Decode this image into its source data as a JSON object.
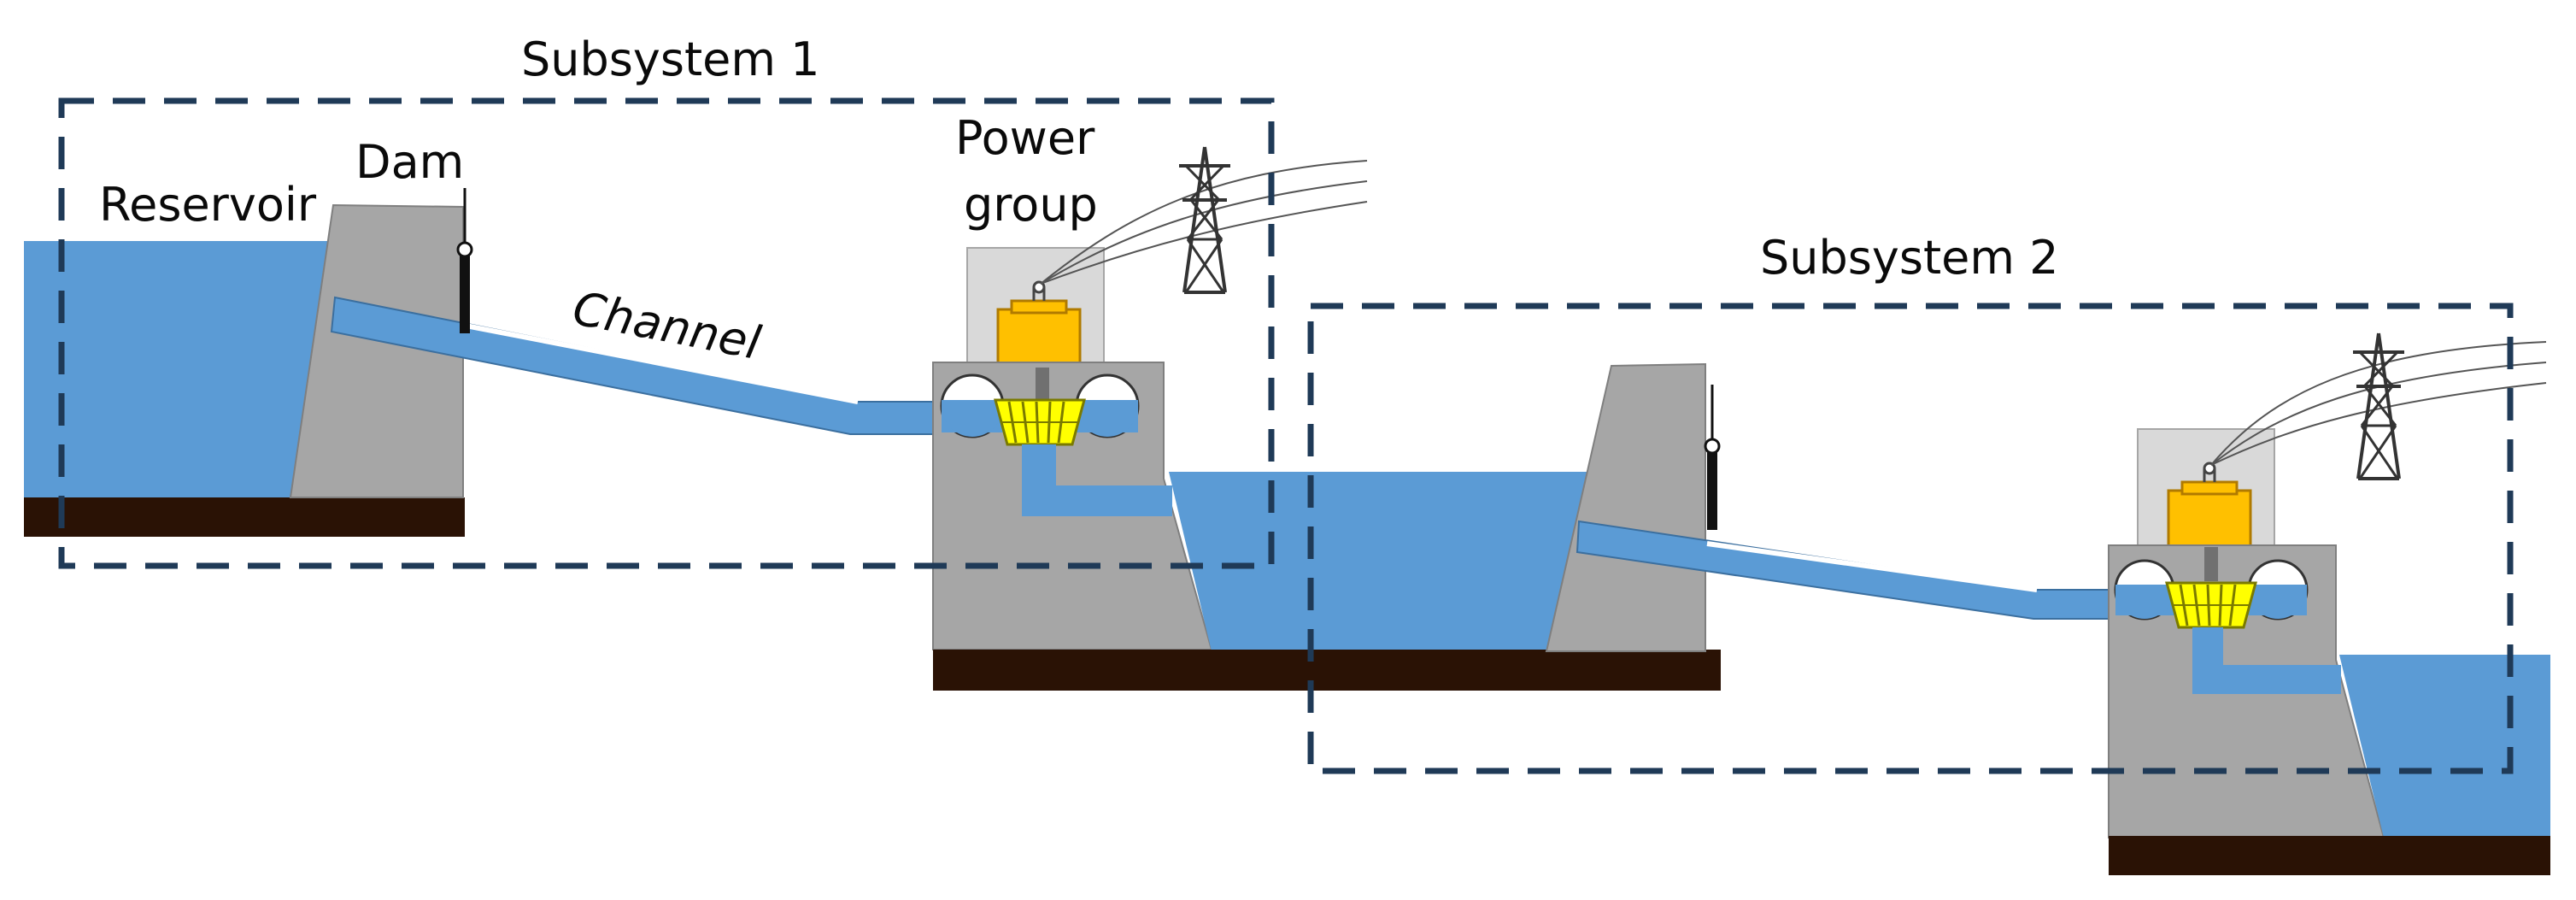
{
  "colors": {
    "water": "#5b9bd5",
    "concrete": "#a6a6a6",
    "concrete_stroke": "#7f7f7f",
    "ground": "#2a1205",
    "generator": "#ffc000",
    "turbine": "#ffff00",
    "boundary": "#1f3a57",
    "powerhouse": "#d9d9d9"
  },
  "labels": {
    "subsystem1": "Subsystem 1",
    "subsystem2": "Subsystem 2",
    "reservoir": "Reservoir",
    "dam": "Dam",
    "channel": "Channel",
    "power_group_line1": "Power",
    "power_group_line2": "group"
  },
  "icons": [
    "transmission-tower-icon",
    "gate-icon"
  ]
}
